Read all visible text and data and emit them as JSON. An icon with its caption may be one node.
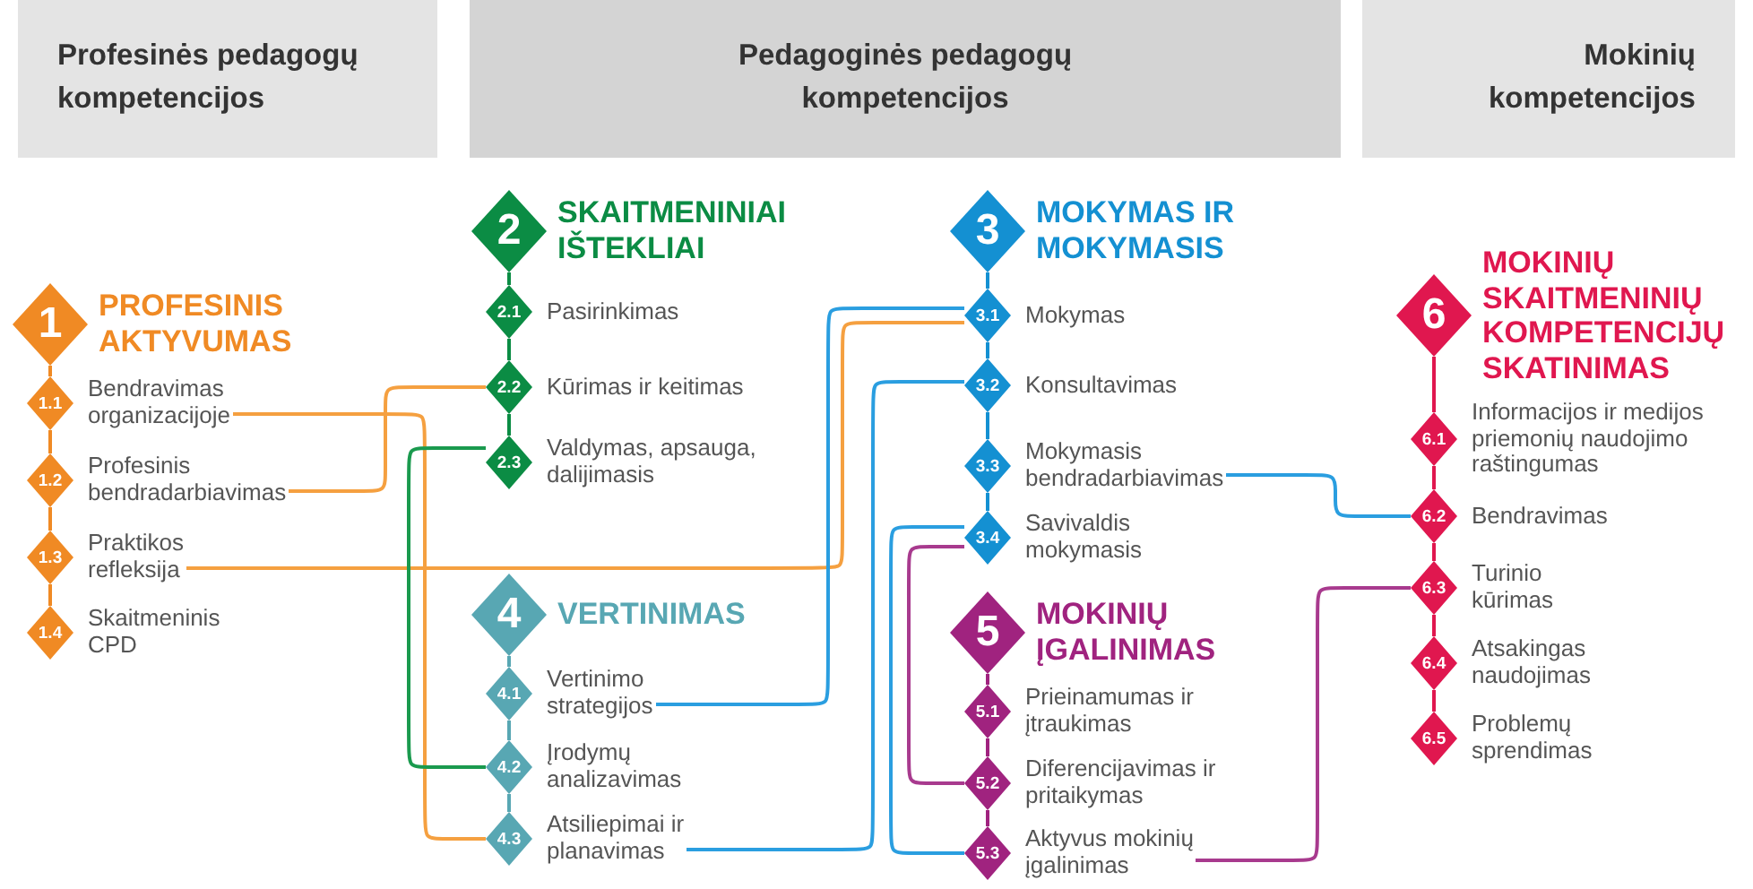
{
  "diagram": {
    "nodes": [
      {
        "text": [
          "Profesinės pedagogų kompetencijos"
        ]
      },
      {
        "text": [
          "Pedagoginės pedagogų kompetencijos"
        ]
      },
      {
        "text": [
          "Mokinių kompetencijos"
        ]
      },
      {
        "text": [
          "1",
          "PROFESINIS AKTYVUMAS"
        ]
      },
      {
        "text": [
          "1.1",
          "Bendravimas organizacijoje"
        ]
      },
      {
        "text": [
          "1.2",
          "Profesinis bendradarbiavimas"
        ]
      },
      {
        "text": [
          "1.3",
          "Praktikos refleksija"
        ]
      },
      {
        "text": [
          "1.4",
          "Skaitmeninis CPD"
        ]
      },
      {
        "text": [
          "2",
          "SKAITMENINIAI IŠTEKLIAI"
        ]
      },
      {
        "text": [
          "2.1",
          "Pasirinkimas"
        ]
      },
      {
        "text": [
          "2.2",
          "Kūrimas ir keitimas"
        ]
      },
      {
        "text": [
          "2.3",
          "Valdymas, apsauga, dalijimasis"
        ]
      },
      {
        "text": [
          "3",
          "MOKYMAS IR MOKYMASIS"
        ]
      },
      {
        "text": [
          "3.1",
          "Mokymas"
        ]
      },
      {
        "text": [
          "3.2",
          "Konsultavimas"
        ]
      },
      {
        "text": [
          "3.3",
          "Mokymasis bendradarbiavimas"
        ]
      },
      {
        "text": [
          "3.4",
          "Savivaldis mokymasis"
        ]
      },
      {
        "text": [
          "4",
          "VERTINIMAS"
        ]
      },
      {
        "text": [
          "4.1",
          "Vertinimo strategijos"
        ]
      },
      {
        "text": [
          "4.2",
          "Įrodymų analizavimas"
        ]
      },
      {
        "text": [
          "4.3",
          "Atsiliepimai ir planavimas"
        ]
      },
      {
        "text": [
          "5",
          "MOKINIŲ ĮGALINIMAS"
        ]
      },
      {
        "text": [
          "5.1",
          "Prieinamumas ir įtraukimas"
        ]
      },
      {
        "text": [
          "5.2",
          "Diferencijavimas ir pritaikymas"
        ]
      },
      {
        "text": [
          "5.3",
          "Aktyvus mokinių įgalinimas"
        ]
      },
      {
        "text": [
          "6",
          "MOKINIŲ SKAITMENINIŲ KOMPETENCIJŲ SKATINIMAS"
        ]
      },
      {
        "text": [
          "6.1",
          "Informacijos ir medijos priemonių naudojimo raštingumas"
        ]
      },
      {
        "text": [
          "6.2",
          "Bendravimas"
        ]
      },
      {
        "text": [
          "6.3",
          "Turinio kūrimas"
        ]
      },
      {
        "text": [
          "6.4",
          "Atsakingas naudojimas"
        ]
      },
      {
        "text": [
          "6.5",
          "Problemų sprendimas"
        ]
      }
    ],
    "edges": [
      {
        "from": 3,
        "to": 4,
        "arrow": "none",
        "color": "#f08a24"
      },
      {
        "from": 4,
        "to": 5,
        "arrow": "none",
        "color": "#f08a24"
      },
      {
        "from": 5,
        "to": 6,
        "arrow": "none",
        "color": "#f08a24"
      },
      {
        "from": 6,
        "to": 7,
        "arrow": "none",
        "color": "#f08a24"
      },
      {
        "from": 8,
        "to": 9,
        "arrow": "none",
        "color": "#0b8c44"
      },
      {
        "from": 9,
        "to": 10,
        "arrow": "none",
        "color": "#0b8c44"
      },
      {
        "from": 10,
        "to": 11,
        "arrow": "none",
        "color": "#0b8c44"
      },
      {
        "from": 12,
        "to": 13,
        "arrow": "none",
        "color": "#1490d2"
      },
      {
        "from": 13,
        "to": 14,
        "arrow": "none",
        "color": "#1490d2"
      },
      {
        "from": 14,
        "to": 15,
        "arrow": "none",
        "color": "#1490d2"
      },
      {
        "from": 15,
        "to": 16,
        "arrow": "none",
        "color": "#1490d2"
      },
      {
        "from": 17,
        "to": 18,
        "arrow": "none",
        "color": "#58a7b3"
      },
      {
        "from": 18,
        "to": 19,
        "arrow": "none",
        "color": "#58a7b3"
      },
      {
        "from": 19,
        "to": 20,
        "arrow": "none",
        "color": "#58a7b3"
      },
      {
        "from": 21,
        "to": 22,
        "arrow": "none",
        "color": "#a0237f"
      },
      {
        "from": 22,
        "to": 23,
        "arrow": "none",
        "color": "#a0237f"
      },
      {
        "from": 23,
        "to": 24,
        "arrow": "none",
        "color": "#a0237f"
      },
      {
        "from": 25,
        "to": 26,
        "arrow": "none",
        "color": "#e0174f"
      },
      {
        "from": 26,
        "to": 27,
        "arrow": "none",
        "color": "#e0174f"
      },
      {
        "from": 27,
        "to": 28,
        "arrow": "none",
        "color": "#e0174f"
      },
      {
        "from": 28,
        "to": 29,
        "arrow": "none",
        "color": "#e0174f"
      },
      {
        "from": 29,
        "to": 30,
        "arrow": "none",
        "color": "#e0174f"
      },
      {
        "from": 4,
        "to": 20,
        "arrow": "none",
        "color": "#f5a040"
      },
      {
        "from": 5,
        "to": 10,
        "arrow": "none",
        "color": "#f5a040"
      },
      {
        "from": 6,
        "to": 13,
        "arrow": "none",
        "color": "#f5a040"
      },
      {
        "from": 11,
        "to": 19,
        "arrow": "none",
        "color": "#1a9a4e"
      },
      {
        "from": 18,
        "to": 13,
        "arrow": "none",
        "color": "#2a9ee0"
      },
      {
        "from": 20,
        "to": 14,
        "arrow": "none",
        "color": "#2a9ee0"
      },
      {
        "from": 15,
        "to": 27,
        "arrow": "none",
        "color": "#2a9ee0"
      },
      {
        "from": 16,
        "to": 24,
        "arrow": "none",
        "color": "#2a9ee0"
      },
      {
        "from": 16,
        "to": 23,
        "arrow": "none",
        "color": "#a83a8e"
      },
      {
        "from": 24,
        "to": 28,
        "arrow": "none",
        "color": "#a83a8e"
      }
    ]
  }
}
